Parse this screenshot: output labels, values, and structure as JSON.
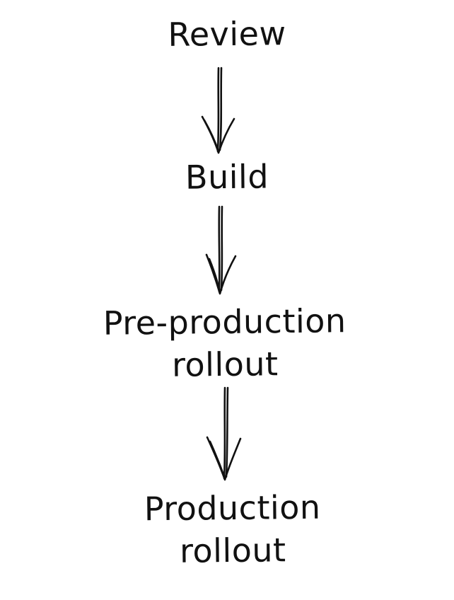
{
  "diagram": {
    "steps": [
      {
        "label": "Review"
      },
      {
        "label": "Build"
      },
      {
        "label": "Pre-production\nrollout"
      },
      {
        "label": "Production\nrollout"
      }
    ],
    "ink_color": "#111111"
  }
}
